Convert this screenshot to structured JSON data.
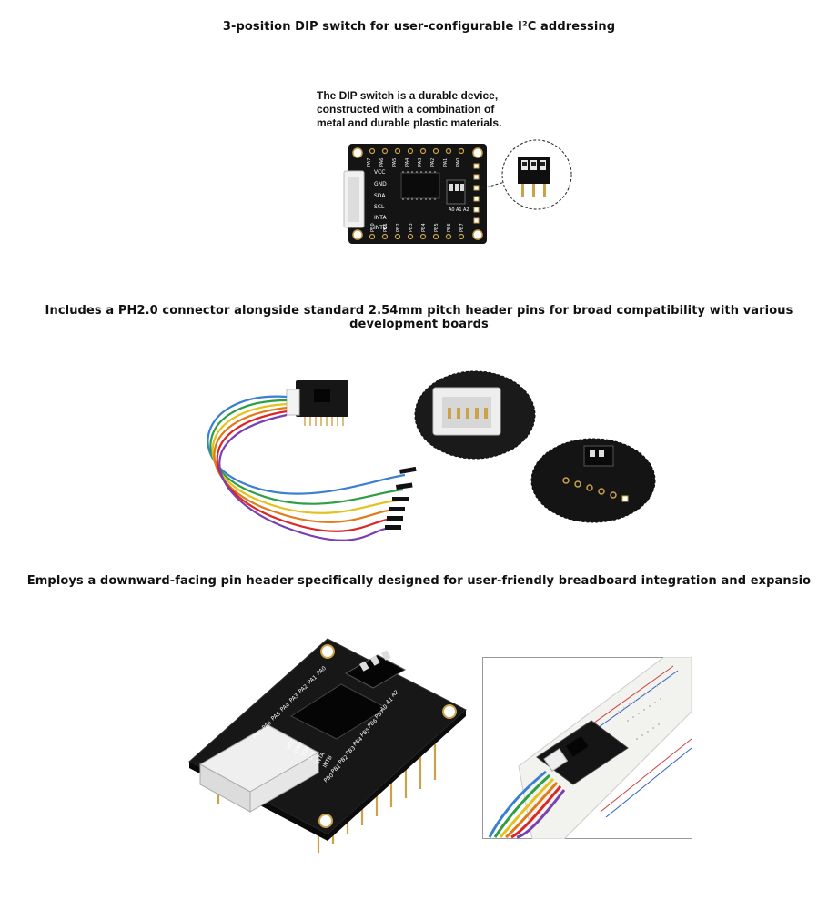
{
  "sections": [
    {
      "heading": "3-position DIP switch for user-configurable I²C addressing"
    },
    {
      "heading": "Includes a PH2.0 connector alongside standard 2.54mm pitch header pins for broad compatibility with various development boards"
    },
    {
      "heading": "Employs a downward-facing pin header specifically designed for user-friendly breadboard integration and expansio"
    }
  ],
  "dip_note": {
    "line1": "The DIP switch is a durable device,",
    "line2": "constructed with a combination of",
    "line3": "metal and durable plastic materials."
  },
  "board_labels": {
    "left": [
      "VCC",
      "GND",
      "SDA",
      "SCL",
      "INTA",
      "INTB"
    ],
    "top": [
      "PA7",
      "PA6",
      "PA5",
      "PA4",
      "PA3",
      "PA2",
      "PA1",
      "PA0"
    ],
    "bottom": [
      "PB0",
      "PB1",
      "PB2",
      "PB3",
      "PB4",
      "PB5",
      "PB6",
      "PB7"
    ],
    "switch": [
      "A0",
      "A1",
      "A2"
    ],
    "iso_left": [
      "PA0",
      "PA1",
      "PA2",
      "PA3",
      "PA4",
      "PA5",
      "PA6",
      "PA7"
    ],
    "iso_right": [
      "A2",
      "A1",
      "A0",
      "PB7",
      "PB6",
      "PB5",
      "PB4",
      "PB3",
      "PB2",
      "PB1",
      "PB0"
    ],
    "iso_conn": [
      "VCC",
      "GND",
      "SDA",
      "SCL",
      "INTA",
      "INTB"
    ]
  },
  "wire_colors": [
    "#3b7fd1",
    "#2e9e45",
    "#e3c21e",
    "#e07a1a",
    "#d92626",
    "#7a3fb0"
  ]
}
